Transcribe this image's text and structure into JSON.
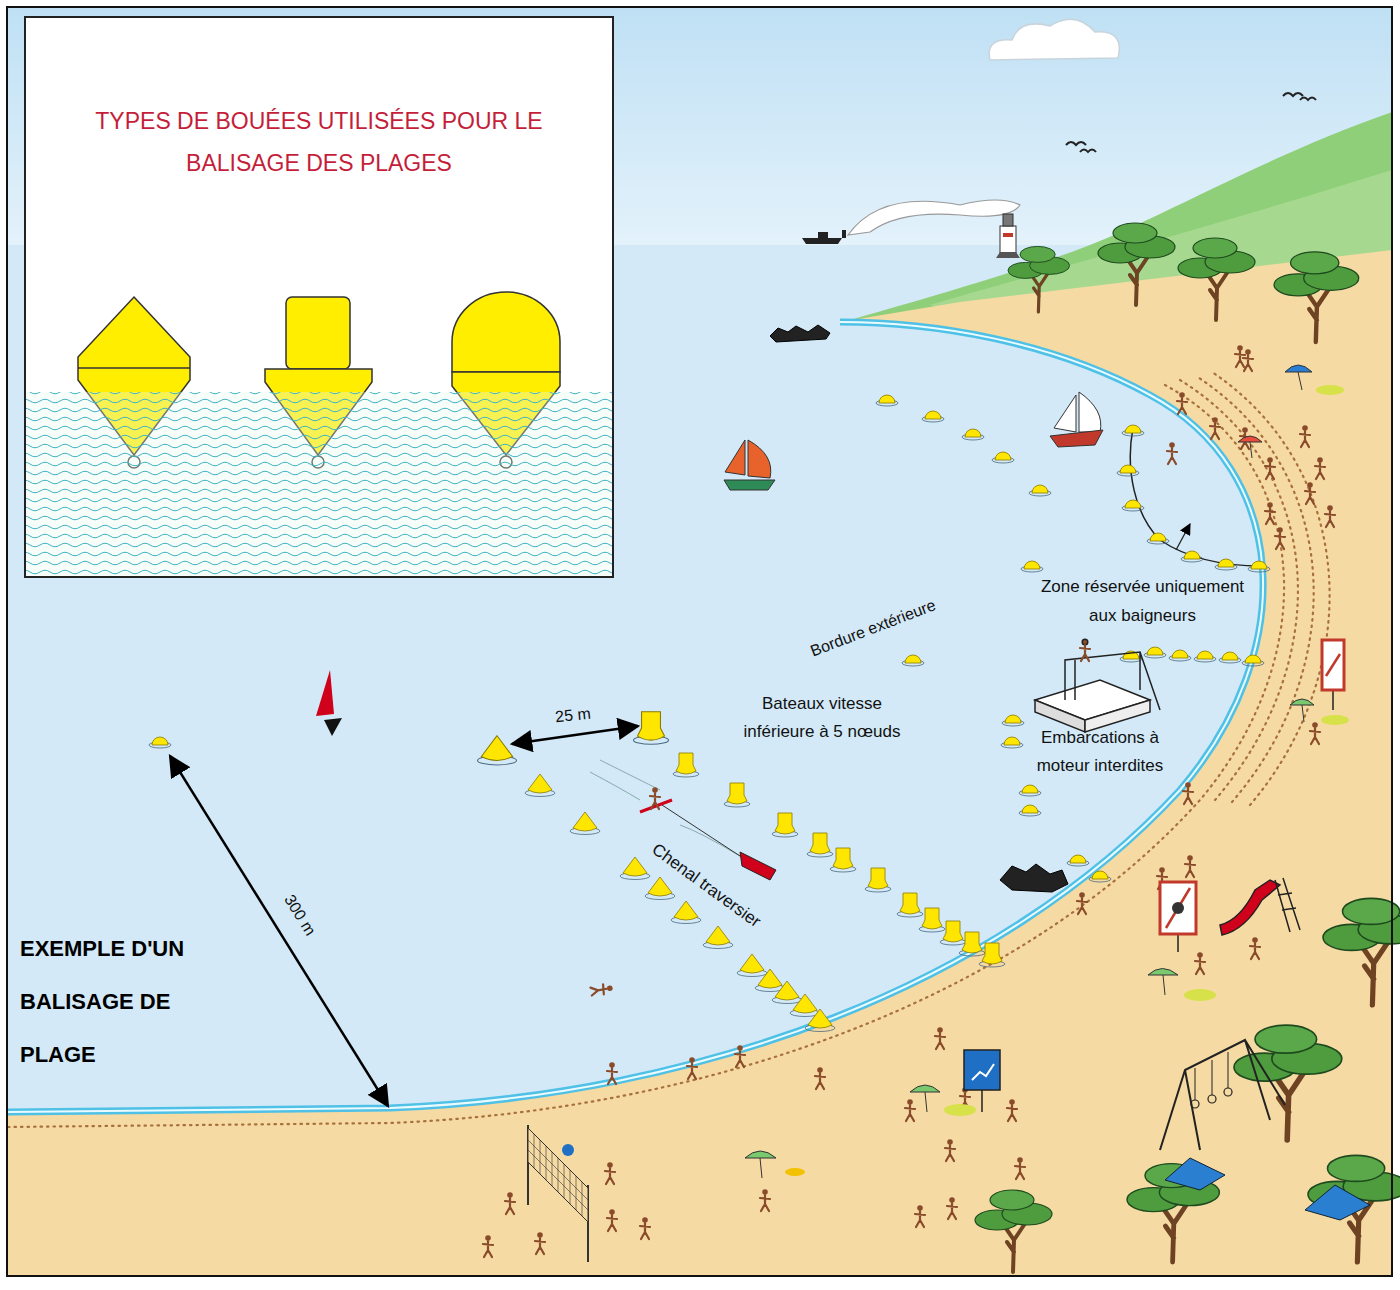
{
  "diagram": {
    "title": "EXEMPLE D'UN BALISAGE DE PLAGE",
    "nodes": [
      {
        "text": [
          "TYPES DE BOUÉES UTILISÉES POUR LE BALISAGE DES PLAGES"
        ]
      }
    ],
    "labels": [
      "Zone réservée uniquement aux baigneurs",
      "Bordure extérieure",
      "25 m",
      "Bateaux vitesse inférieure à 5 nœuds",
      "Embarcations à moteur interdites",
      "Chenal traversier",
      "300 m"
    ]
  }
}
